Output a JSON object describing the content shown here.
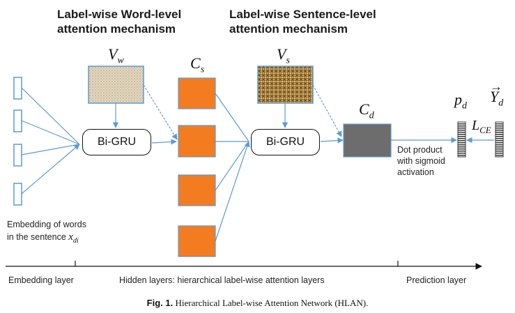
{
  "headings": {
    "word_level": [
      "Label-wise Word-level",
      "attention mechanism"
    ],
    "sentence_level": [
      "Label-wise Sentence-level",
      "attention mechanism"
    ]
  },
  "symbols": {
    "vw_base": "V",
    "vw_sub": "w",
    "cs_base": "C",
    "cs_sub": "s",
    "vs_base": "V",
    "vs_sub": "s",
    "cd_base": "C",
    "cd_sub": "d",
    "pd_base": "p",
    "pd_sub": "d",
    "lce_base": "L",
    "lce_sub": "CE",
    "yd_base": "Y",
    "yd_sub": "d",
    "yd_arrow": "→"
  },
  "blocks": {
    "word_gru": "Bi-GRU",
    "sentence_gru": "Bi-GRU"
  },
  "annotations": {
    "embedding_words_line1": "Embedding of words",
    "embedding_words_line2": "in the sentence",
    "embedding_var_base": "x",
    "embedding_var_sub": "di",
    "dot_product_line1": "Dot product",
    "dot_product_line2": "with sigmoid",
    "dot_product_line3": "activation"
  },
  "layers": {
    "embedding": "Embedding layer",
    "hidden": "Hidden layers: hierarchical label-wise attention layers",
    "prediction": "Prediction layer"
  },
  "caption": {
    "fig": "Fig. 1.",
    "text": "Hierarchical Label-wise Attention Network (HLAN)."
  },
  "colors": {
    "arrow": "#5b9bd5",
    "sentence_box": "#f47c20",
    "document_box": "#6d6d6d",
    "input_box_border": "#5b9bd5"
  }
}
